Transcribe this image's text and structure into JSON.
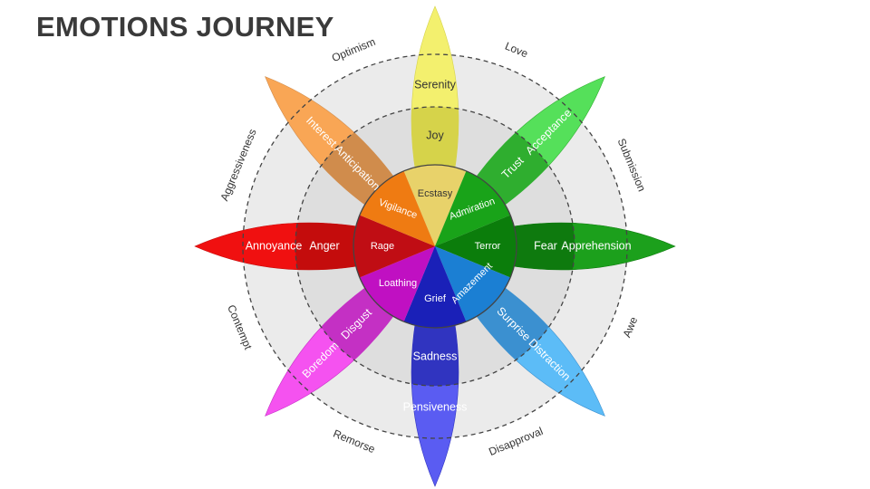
{
  "title": "EMOTIONS JOURNEY",
  "petals": [
    {
      "key": "joy",
      "color": "#f1ee2e",
      "light": "#f3f06e",
      "mid": "#d6d34a",
      "inner": "#e8d26a",
      "labels": {
        "outer": "Serenity",
        "middle": "Joy",
        "inner": "Ecstasy"
      }
    },
    {
      "key": "trust",
      "color": "#3ec23e",
      "light": "#55e05a",
      "mid": "#2fae2f",
      "inner": "#19a319",
      "labels": {
        "outer": "Acceptance",
        "middle": "Trust",
        "inner": "Admiration"
      }
    },
    {
      "key": "fear",
      "color": "#128812",
      "light": "#1ca01c",
      "mid": "#0e7a0e",
      "inner": "#0b7d0b",
      "labels": {
        "outer": "Apprehension",
        "middle": "Fear",
        "inner": "Terror"
      }
    },
    {
      "key": "surprise",
      "color": "#3d9fe0",
      "light": "#5cbcf7",
      "mid": "#3b90d0",
      "inner": "#1b7fd3",
      "labels": {
        "outer": "Distraction",
        "middle": "Surprise",
        "inner": "Amazement"
      }
    },
    {
      "key": "sadness",
      "color": "#3a3ce0",
      "light": "#5a5cf2",
      "mid": "#3034c0",
      "inner": "#1a20b8",
      "labels": {
        "outer": "Pensiveness",
        "middle": "Sadness",
        "inner": "Grief"
      }
    },
    {
      "key": "disgust",
      "color": "#e03ce0",
      "light": "#f552f0",
      "mid": "#c430c4",
      "inner": "#c010c2",
      "labels": {
        "outer": "Boredom",
        "middle": "Disgust",
        "inner": "Loathing"
      }
    },
    {
      "key": "anger",
      "color": "#e80f0f",
      "light": "#f01010",
      "mid": "#c40c0c",
      "inner": "#c00d14",
      "labels": {
        "outer": "Annoyance",
        "middle": "Anger",
        "inner": "Rage"
      }
    },
    {
      "key": "anticipation",
      "color": "#f0942a",
      "light": "#f9a655",
      "mid": "#d08c4c",
      "inner": "#ef7b12",
      "labels": {
        "outer": "Interest",
        "middle": "Anticipation",
        "inner": "Vigilance"
      }
    }
  ],
  "dyads": [
    {
      "label": "Love"
    },
    {
      "label": "Submission"
    },
    {
      "label": "Awe"
    },
    {
      "label": "Disapproval"
    },
    {
      "label": "Remorse"
    },
    {
      "label": "Contempt"
    },
    {
      "label": "Aggressiveness"
    },
    {
      "label": "Optimism"
    }
  ],
  "colors": {
    "title": "#3a3a3a",
    "outer_disc": "#ebebeb",
    "mid_disc": "#dedede",
    "dyad_text": "#333333",
    "ring_stroke": "#444444"
  }
}
